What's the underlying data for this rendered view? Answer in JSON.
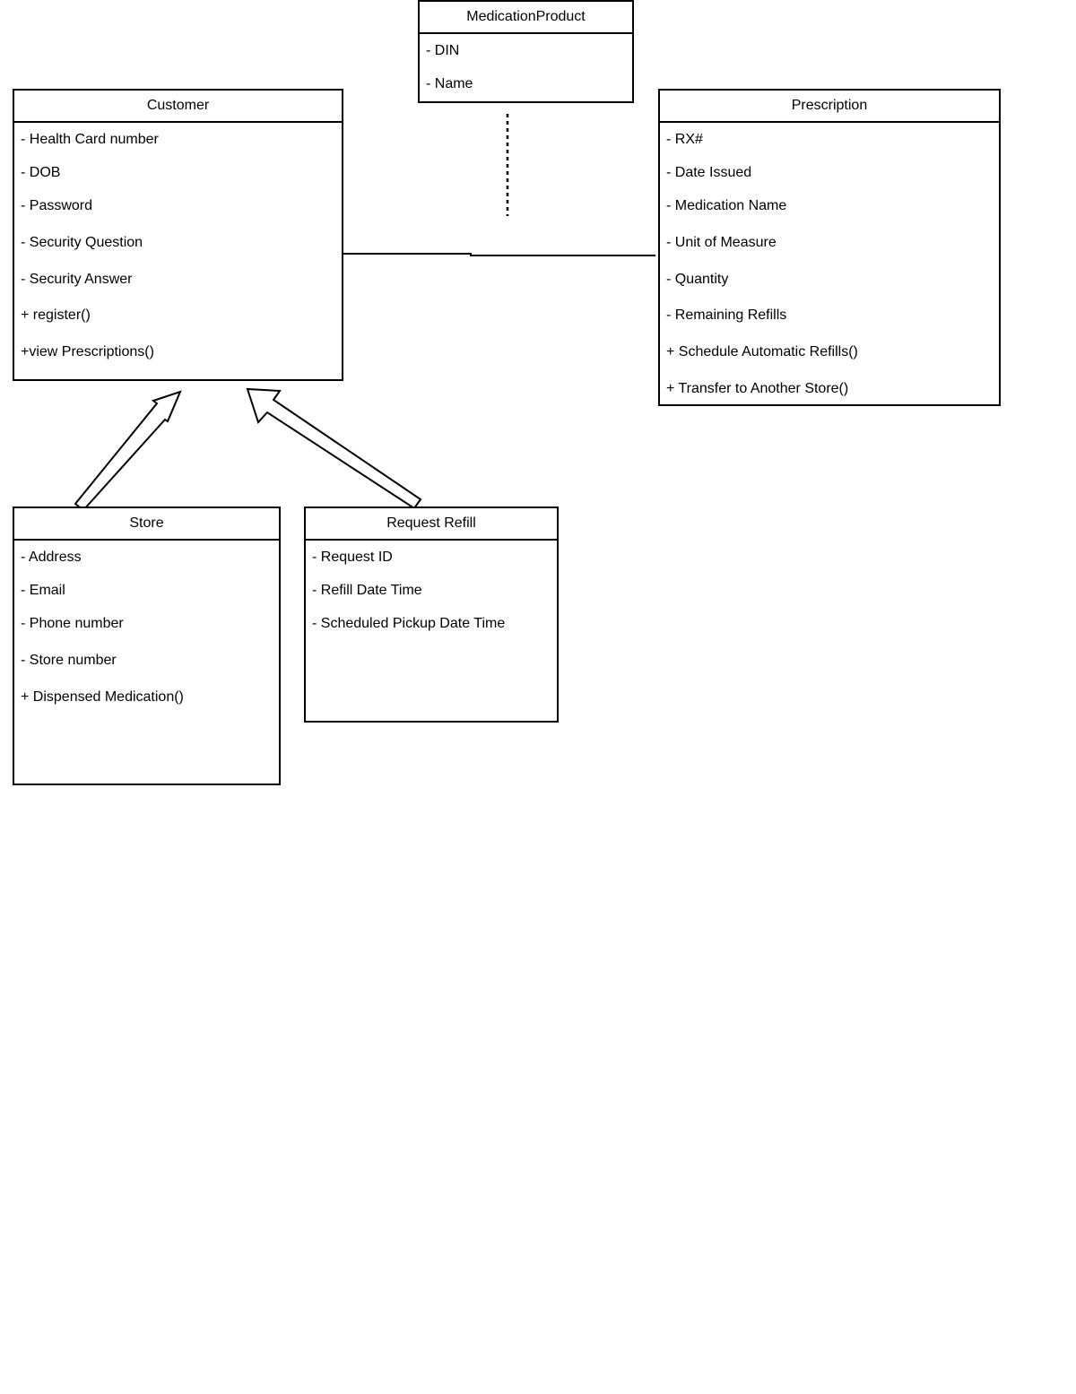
{
  "diagram": {
    "classes": [
      {
        "id": "medication-product",
        "name": "MedicationProduct",
        "members": [
          "- DIN",
          "- Name"
        ]
      },
      {
        "id": "customer",
        "name": "Customer",
        "members": [
          "- Health Card number",
          "- DOB",
          "- Password",
          "- Security Question",
          "- Security Answer",
          "+ register()",
          "+view Prescriptions()"
        ]
      },
      {
        "id": "prescription",
        "name": "Prescription",
        "members": [
          "- RX#",
          "- Date Issued",
          "- Medication Name",
          "- Unit of Measure",
          "- Quantity",
          "- Remaining Refills",
          "+ Schedule Automatic Refills()",
          "+ Transfer to Another Store()"
        ]
      },
      {
        "id": "store",
        "name": "Store",
        "members": [
          "- Address",
          "- Email",
          "- Phone number",
          "- Store number",
          "+ Dispensed Medication()"
        ]
      },
      {
        "id": "request-refill",
        "name": "Request Refill",
        "members": [
          "- Request ID",
          "- Refill Date Time",
          "- Scheduled Pickup Date Time"
        ]
      }
    ],
    "relationships": [
      {
        "type": "association",
        "from": "customer",
        "to": "prescription"
      },
      {
        "type": "dependency",
        "from": "medication-product",
        "to": "customer-prescription-association"
      },
      {
        "type": "generalization",
        "from": "store",
        "to": "customer"
      },
      {
        "type": "generalization",
        "from": "request-refill",
        "to": "customer"
      }
    ],
    "colors": {
      "stroke": "#000000",
      "background": "#ffffff"
    }
  }
}
